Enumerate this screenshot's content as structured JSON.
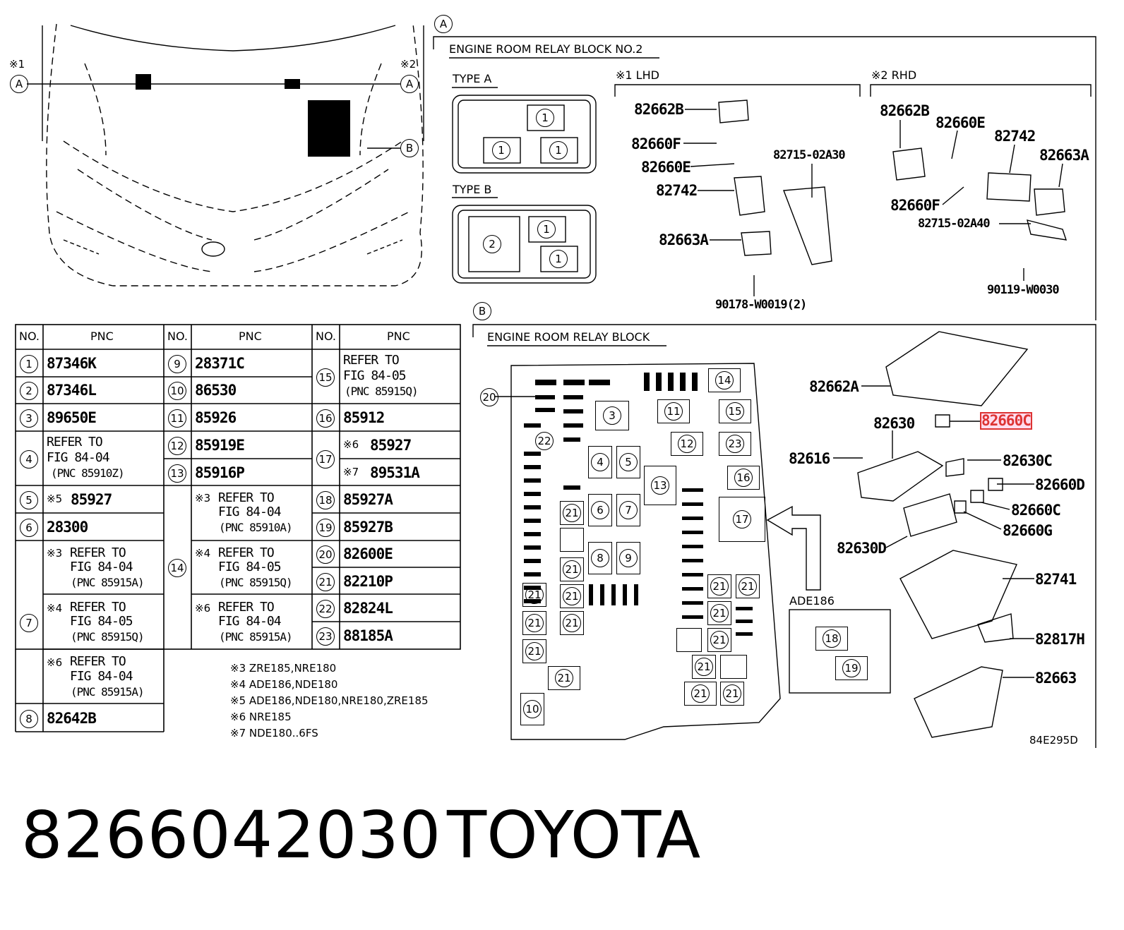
{
  "diagram_code": "84E295D",
  "part_number": "8266042030",
  "brand": "TOYOTA",
  "view_markers": {
    "a": "A",
    "b": "B",
    "lhd_mark": "※1",
    "rhd_mark": "※2"
  },
  "section_a": {
    "title": "ENGINE ROOM RELAY BLOCK NO.2",
    "type_a": "TYPE A",
    "type_b": "TYPE B",
    "lhd": "※1 LHD",
    "rhd": "※2 RHD",
    "type_a_cells": [
      "1",
      "1",
      "1"
    ],
    "type_b_cells": [
      "2",
      "1",
      "1"
    ],
    "lhd_parts": [
      "82662B",
      "82660F",
      "82660E",
      "82742",
      "82663A",
      "82715-02A30",
      "90178-W0019(2)"
    ],
    "rhd_parts": [
      "82662B",
      "82660E",
      "82742",
      "82663A",
      "82660F",
      "82715-02A40",
      "90119-W0030"
    ]
  },
  "section_b": {
    "title": "ENGINE ROOM RELAY BLOCK",
    "sub_label": "ADE186",
    "parts": [
      "82662A",
      "82630",
      "82660C",
      "82616",
      "82630C",
      "82660D",
      "82660C",
      "82660G",
      "82630D",
      "82741",
      "82817H",
      "82663"
    ],
    "highlighted_part": "82660C"
  },
  "table": {
    "headers": [
      "NO.",
      "PNC",
      "NO.",
      "PNC",
      "NO.",
      "PNC"
    ],
    "col1": [
      {
        "no": "1",
        "pnc": "87346K"
      },
      {
        "no": "2",
        "pnc": "87346L"
      },
      {
        "no": "3",
        "pnc": "89650E"
      },
      {
        "no": "4",
        "ref": [
          "REFER TO",
          "FIG 84-04"
        ],
        "pnc": "(PNC 85910Z)"
      },
      {
        "no": "5",
        "mark": "※5",
        "pnc": "85927"
      },
      {
        "no": "6",
        "pnc": "28300"
      },
      {
        "no": "7",
        "entries": [
          {
            "mark": "※3",
            "ref": [
              "REFER TO",
              "FIG 84-04"
            ],
            "pnc": "(PNC 85915A)"
          },
          {
            "mark": "※4",
            "ref": [
              "REFER TO",
              "FIG 84-05"
            ],
            "pnc": "(PNC 85915Q)"
          },
          {
            "mark": "※6",
            "ref": [
              "REFER TO",
              "FIG 84-04"
            ],
            "pnc": "(PNC 85915A)"
          }
        ]
      },
      {
        "no": "8",
        "pnc": "82642B"
      }
    ],
    "col2": [
      {
        "no": "9",
        "pnc": "28371C"
      },
      {
        "no": "10",
        "pnc": "86530"
      },
      {
        "no": "11",
        "pnc": "85926"
      },
      {
        "no": "12",
        "pnc": "85919E"
      },
      {
        "no": "13",
        "pnc": "85916P"
      },
      {
        "no": "14",
        "entries": [
          {
            "mark": "※3",
            "ref": [
              "REFER TO",
              "FIG 84-04"
            ],
            "pnc": "(PNC 85910A)"
          },
          {
            "mark": "※4",
            "ref": [
              "REFER TO",
              "FIG 84-05"
            ],
            "pnc": "(PNC 85915Q)"
          },
          {
            "mark": "※6",
            "ref": [
              "REFER TO",
              "FIG 84-04"
            ],
            "pnc": "(PNC 85915A)"
          }
        ]
      }
    ],
    "col3": [
      {
        "no": "15",
        "ref": [
          "REFER TO",
          "FIG 84-05"
        ],
        "pnc": "(PNC 85915Q)"
      },
      {
        "no": "16",
        "pnc": "85912"
      },
      {
        "no": "17",
        "entries": [
          {
            "mark": "※6",
            "pnc": "85927"
          },
          {
            "mark": "※7",
            "pnc": "89531A"
          }
        ]
      },
      {
        "no": "18",
        "pnc": "85927A"
      },
      {
        "no": "19",
        "pnc": "85927B"
      },
      {
        "no": "20",
        "pnc": "82600E"
      },
      {
        "no": "21",
        "pnc": "82210P"
      },
      {
        "no": "22",
        "pnc": "82824L"
      },
      {
        "no": "23",
        "pnc": "88185A"
      }
    ]
  },
  "notes": [
    "※3 ZRE185,NRE180",
    "※4 ADE186,NDE180",
    "※5 ADE186,NDE180,NRE180,ZRE185",
    "※6 NRE185",
    "※7 NDE180..6FS"
  ],
  "relay_block_numbers": [
    "3",
    "4",
    "5",
    "6",
    "7",
    "8",
    "9",
    "10",
    "11",
    "12",
    "13",
    "14",
    "15",
    "16",
    "17",
    "18",
    "19",
    "20",
    "21",
    "22",
    "23"
  ]
}
